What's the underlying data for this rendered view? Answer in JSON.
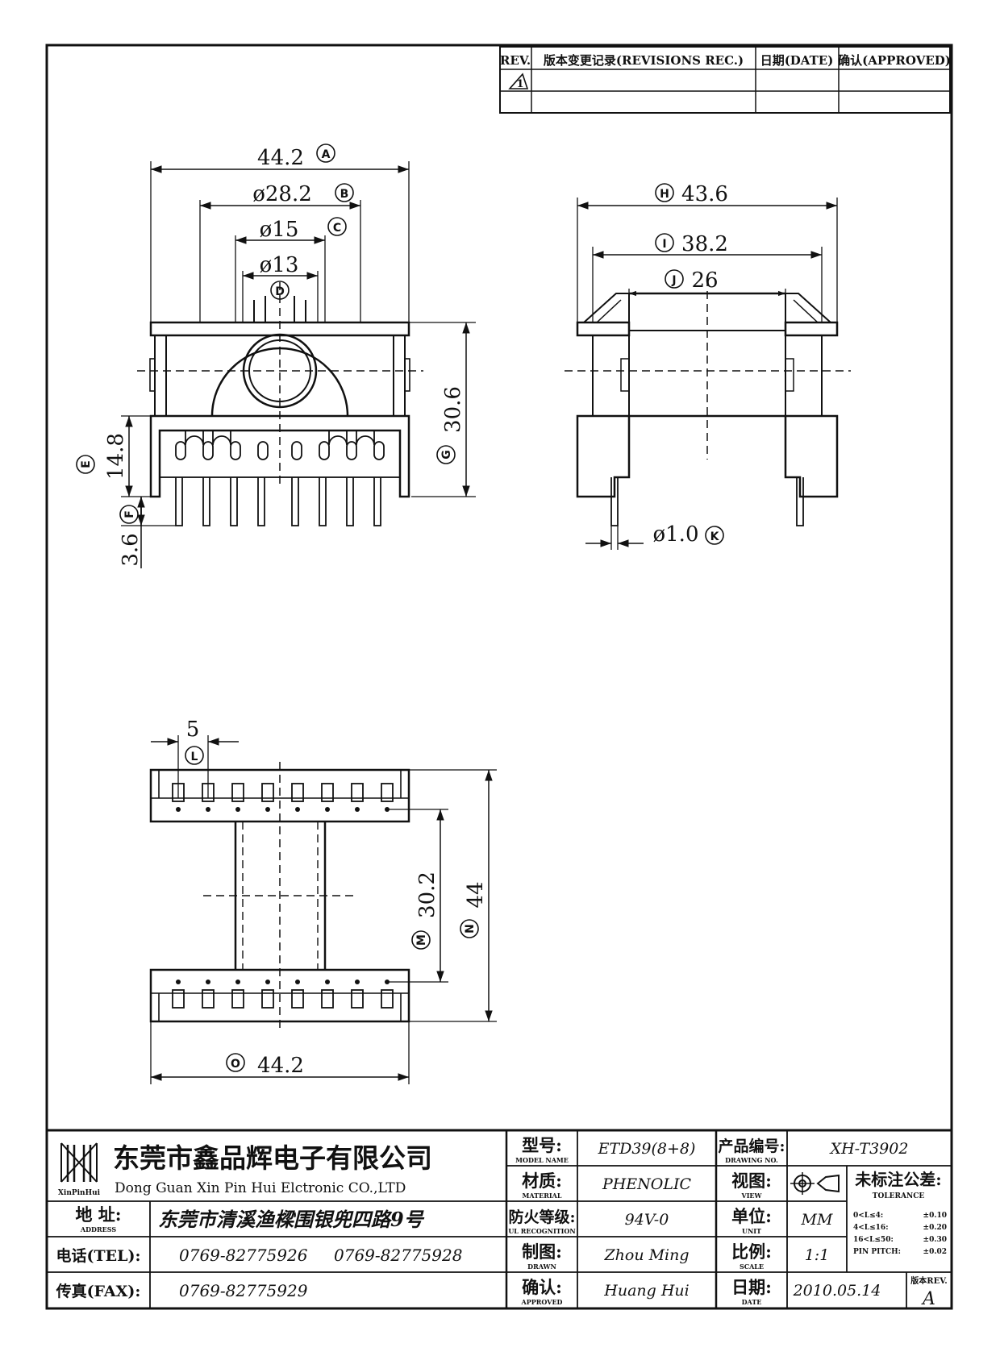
{
  "revision_table": {
    "headers": {
      "rev": "REV.",
      "record": "版本变更记录(REVISIONS REC.)",
      "date": "日期(DATE)",
      "approved": "确认(APPROVED)"
    },
    "rows": [
      {
        "rev": "1",
        "record": "",
        "date": "",
        "approved": ""
      },
      {
        "rev": "",
        "record": "",
        "date": "",
        "approved": ""
      }
    ]
  },
  "front_view": {
    "dim_a": "44.2",
    "label_a": "A",
    "dim_b": "ø28.2",
    "label_b": "B",
    "dim_c": "ø15",
    "label_c": "C",
    "dim_d": "ø13",
    "label_d": "D",
    "dim_e": "14.8",
    "label_e": "E",
    "dim_f": "3.6",
    "label_f": "F",
    "dim_g": "30.6",
    "label_g": "G"
  },
  "side_view": {
    "dim_h": "43.6",
    "label_h": "H",
    "dim_i": "38.2",
    "label_i": "I",
    "dim_j": "26",
    "label_j": "J",
    "dim_k": "ø1.0",
    "label_k": "K"
  },
  "bottom_view": {
    "dim_l": "5",
    "label_l": "L",
    "dim_m": "30.2",
    "label_m": "M",
    "dim_n": "44",
    "label_n": "N",
    "dim_o": "44.2",
    "label_o": "O"
  },
  "title_block": {
    "company_cn": "东莞市鑫品辉电子有限公司",
    "company_en": "Dong Guan Xin Pin Hui Elctronic CO.,LTD",
    "logo_text": "XinPinHui",
    "address_label": "地 址:",
    "address_label_en": "ADDRESS",
    "address_value": "东莞市清溪渔樑围银兜四路9号",
    "tel_label": "电话(TEL):",
    "tel_1": "0769-82775926",
    "tel_2": "0769-82775928",
    "fax_label": "传真(FAX):",
    "fax_value": "0769-82775929",
    "model_label": "型号:",
    "model_label_en": "MODEL NAME",
    "model_value": "ETD39(8+8)",
    "material_label": "材质:",
    "material_label_en": "MATERIAL",
    "material_value": "PHENOLIC",
    "fire_label": "防火等级:",
    "fire_label_en": "UL RECOGNITION",
    "fire_value": "94V-0",
    "drawn_label": "制图:",
    "drawn_label_en": "DRAWN",
    "drawn_value": "Zhou Ming",
    "approved_label": "确认:",
    "approved_label_en": "APPROVED",
    "approved_value": "Huang Hui",
    "drawing_no_label": "产品编号:",
    "drawing_no_label_en": "DRAWING NO.",
    "drawing_no_value": "XH-T3902",
    "view_label": "视图:",
    "view_label_en": "VIEW",
    "unit_label": "单位:",
    "unit_label_en": "UNIT",
    "unit_value": "MM",
    "scale_label": "比例:",
    "scale_label_en": "SCALE",
    "scale_value": "1:1",
    "date_label": "日期:",
    "date_label_en": "DATE",
    "date_value": "2010.05.14",
    "tolerance_label": "未标注公差:",
    "tolerance_label_en": "TOLERANCE",
    "tolerances": [
      {
        "range": "0<L≤4:",
        "value": "±0.10"
      },
      {
        "range": "4<L≤16:",
        "value": "±0.20"
      },
      {
        "range": "16<L≤50:",
        "value": "±0.30"
      },
      {
        "range": "PIN PITCH:",
        "value": "±0.02"
      }
    ],
    "version_label": "版本REV.",
    "version_value": "A"
  }
}
